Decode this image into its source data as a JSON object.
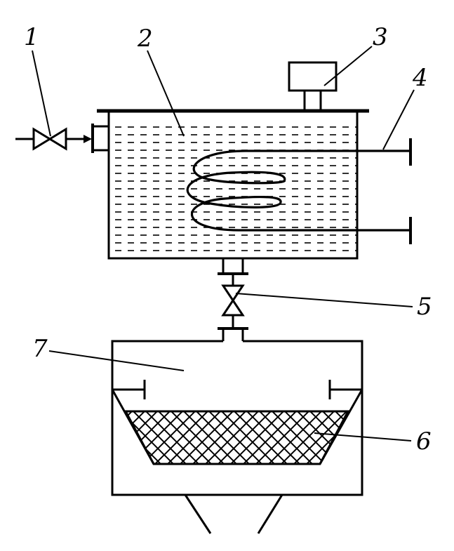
{
  "labels": {
    "inlet_valve": "1",
    "liquid_tank": "2",
    "top_device": "3",
    "heating_coil": "4",
    "drain_valve": "5",
    "filter_mesh": "6",
    "lower_chamber": "7"
  },
  "colors": {
    "ink": "#000000",
    "background": "#ffffff"
  }
}
